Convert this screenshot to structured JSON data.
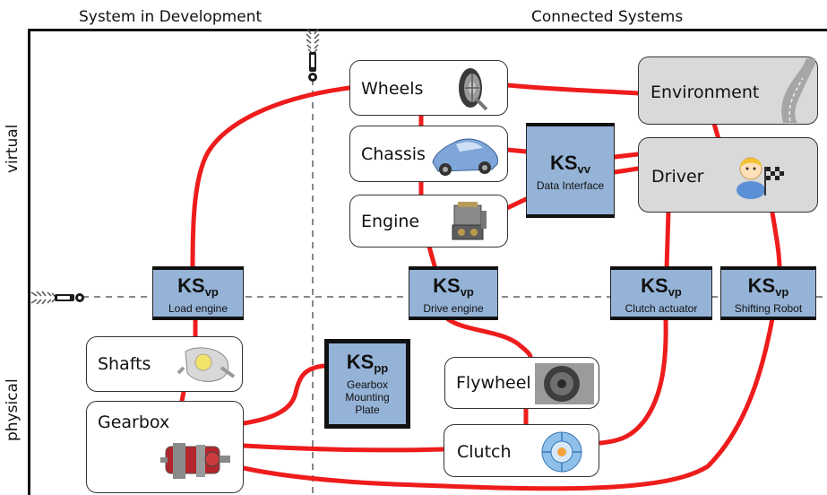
{
  "headers": {
    "left": "System in Development",
    "right": "Connected Systems"
  },
  "side_labels": {
    "top": "virtual",
    "bottom": "physical"
  },
  "components": {
    "wheels": "Wheels",
    "chassis": "Chassis",
    "engine": "Engine",
    "environment": "Environment",
    "driver": "Driver",
    "shafts": "Shafts",
    "gearbox": "Gearbox",
    "flywheel": "Flywheel",
    "clutch": "Clutch"
  },
  "interfaces": {
    "ks_vv": {
      "symbol": "KS",
      "sub": "vv",
      "label": "Data Interface"
    },
    "ks_vp_load": {
      "symbol": "KS",
      "sub": "vp",
      "label": "Load engine"
    },
    "ks_vp_drive": {
      "symbol": "KS",
      "sub": "vp",
      "label": "Drive engine"
    },
    "ks_vp_clutch": {
      "symbol": "KS",
      "sub": "vp",
      "label": "Clutch actuator"
    },
    "ks_vp_shift": {
      "symbol": "KS",
      "sub": "vp",
      "label": "Shifting Robot"
    },
    "ks_pp": {
      "symbol": "KS",
      "sub": "pp",
      "label_lines": [
        "Gearbox",
        "Mounting",
        "Plate"
      ]
    }
  },
  "colors": {
    "connection": "#ee1c1c",
    "interface_fill": "#95b3d7",
    "connected_system_fill": "#d9d9d9"
  },
  "icons": [
    "zipper-icon",
    "wheel-icon",
    "car-icon",
    "engine-block-icon",
    "road-icon",
    "driver-flag-icon",
    "shaft-icon",
    "gearbox-icon",
    "flywheel-icon",
    "clutch-disc-icon"
  ]
}
